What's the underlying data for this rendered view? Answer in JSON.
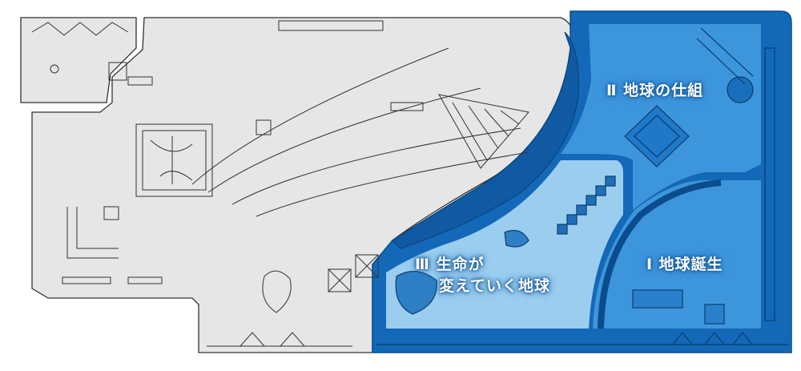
{
  "floor_map": {
    "zones": [
      {
        "id": "zone-2",
        "label": "Ⅱ 地球の仕組",
        "color": "#1f7fd0"
      },
      {
        "id": "zone-1",
        "label": "Ⅰ 地球誕生",
        "color": "#2f8fdc"
      },
      {
        "id": "zone-3",
        "label_line1": "Ⅲ 生命が",
        "label_line2": "変えていく地球",
        "color": "#8ec6ea"
      }
    ],
    "colors": {
      "grey_area": "#e6e6e6",
      "outline": "#333333",
      "blue_dark": "#1368b8",
      "blue_mid": "#3d95dc",
      "blue_light": "#9bcdee"
    }
  }
}
